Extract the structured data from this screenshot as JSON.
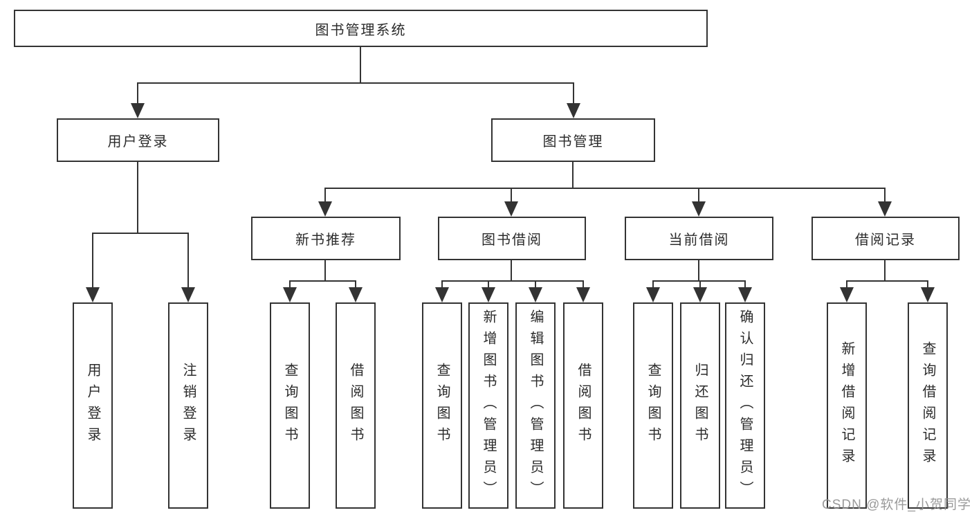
{
  "tree": {
    "label": "图书管理系统",
    "children": [
      {
        "label": "用户登录",
        "children": [
          {
            "label": "用户登录"
          },
          {
            "label": "注销登录"
          }
        ]
      },
      {
        "label": "图书管理",
        "children": [
          {
            "label": "新书推荐",
            "children": [
              {
                "label": "查询图书"
              },
              {
                "label": "借阅图书"
              }
            ]
          },
          {
            "label": "图书借阅",
            "children": [
              {
                "label": "查询图书"
              },
              {
                "label": "新增图书（管理员）"
              },
              {
                "label": "编辑图书（管理员）"
              },
              {
                "label": "借阅图书"
              }
            ]
          },
          {
            "label": "当前借阅",
            "children": [
              {
                "label": "查询图书"
              },
              {
                "label": "归还图书"
              },
              {
                "label": "确认归还（管理员）"
              }
            ]
          },
          {
            "label": "借阅记录",
            "children": [
              {
                "label": "新增借阅记录"
              },
              {
                "label": "查询借阅记录"
              }
            ]
          }
        ]
      }
    ]
  },
  "watermark": "CSDN @软件_小贺同学",
  "colors": {
    "line": "#333333",
    "text": "#2b2b2b",
    "background": "#ffffff",
    "watermark": "#919191"
  }
}
